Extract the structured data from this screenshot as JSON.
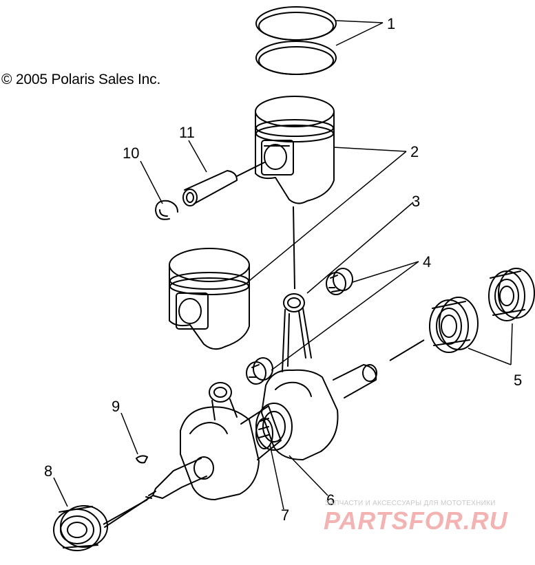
{
  "copyright": "© 2005 Polaris Sales Inc.",
  "watermark": {
    "tagline": "ЗАПЧАСТИ И АКСЕССУАРЫ ДЛЯ МОТОТЕХНИКИ",
    "brand": "PARTSFOR.RU"
  },
  "callouts": [
    "1",
    "2",
    "3",
    "4",
    "5",
    "6",
    "7",
    "8",
    "9",
    "10",
    "11"
  ],
  "colors": {
    "line": "#000000",
    "watermark_brand": "#f4b3b3",
    "watermark_tagline": "#c8c8c8"
  }
}
